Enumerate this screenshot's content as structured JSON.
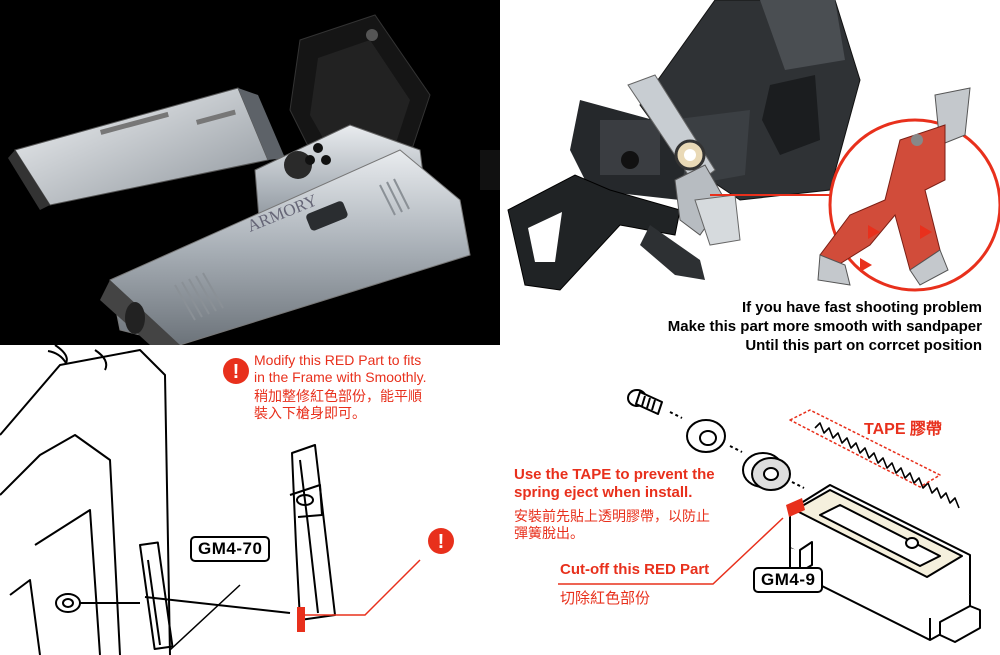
{
  "photo_top_right": {
    "caption_lines": [
      "If you have fast shooting problem",
      "Make this part more smooth with sandpaper",
      "Until this part on corrcet position"
    ]
  },
  "diagram_left": {
    "note_en": [
      "Modify this RED Part to fits",
      "in the Frame with Smoothly."
    ],
    "note_zh": [
      "稍加整修紅色部份，能平順",
      "裝入下槍身即可。"
    ],
    "part_label": "GM4-70",
    "warning_icon_glyph": "!"
  },
  "diagram_right": {
    "tape_label": "TAPE 膠帶",
    "note_en": [
      "Use the TAPE to prevent the",
      "spring eject when install."
    ],
    "note_zh": [
      "安裝前先貼上透明膠帶，以防止",
      "彈簧脫出。"
    ],
    "cut_label_en": "Cut-off this RED Part",
    "cut_label_zh": "切除紅色部份",
    "part_label": "GM4-9"
  },
  "colors": {
    "accent_red": "#e8301c",
    "photo_bg": "#000000"
  },
  "icons": [
    "warning-icon",
    "pistol-photo",
    "hammer-photo",
    "frame-drawing",
    "blowback-unit-drawing"
  ]
}
